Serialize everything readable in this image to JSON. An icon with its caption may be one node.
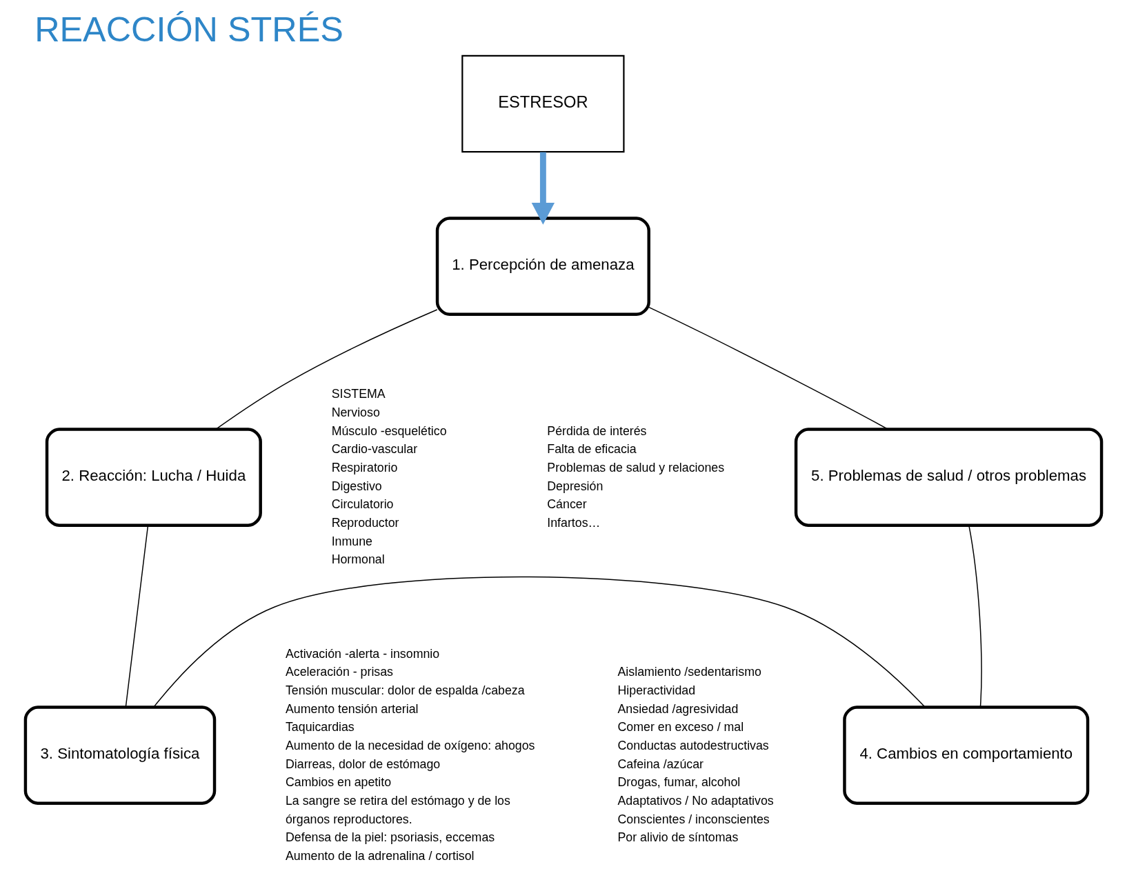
{
  "diagram": {
    "title": "REACCIÓN STRÉS",
    "nodes": [
      {
        "text": [
          "ESTRESOR"
        ]
      },
      {
        "text": [
          "1. Percepción de amenaza"
        ]
      },
      {
        "text": [
          "2. Reacción: Lucha / Huida"
        ],
        "beside": [
          "SISTEMA",
          "Nervioso",
          "Músculo -esquelético",
          "Cardio-vascular",
          "Respiratorio",
          "Digestivo",
          "Circulatorio",
          "Reproductor",
          "Inmune",
          "Hormonal"
        ]
      },
      {
        "text": [
          "3. Sintomatología física"
        ],
        "beside": [
          "Activación -alerta - insomnio",
          "Aceleración - prisas",
          "Tensión muscular: dolor de espalda /cabeza",
          "Aumento tensión arterial",
          "Taquicardias",
          "Aumento de la necesidad de oxígeno: ahogos",
          "Diarreas, dolor de estómago",
          "Cambios en apetito",
          "La sangre se retira del estómago y de los",
          "órganos reproductores.",
          "Defensa de la piel: psoriasis, eccemas",
          "Aumento de la adrenalina / cortisol"
        ]
      },
      {
        "text": [
          "4. Cambios en comportamiento"
        ],
        "beside": [
          "Aislamiento /sedentarismo",
          "Hiperactividad",
          "Ansiedad /agresividad",
          "Comer en exceso / mal",
          "Conductas autodestructivas",
          "Cafeina /azúcar",
          "Drogas, fumar, alcohol",
          "Adaptativos / No adaptativos",
          "Conscientes / inconscientes",
          "Por alivio de síntomas"
        ]
      },
      {
        "text": [
          "5. Problemas de salud / otros problemas"
        ],
        "beside": [
          "Pérdida de interés",
          "Falta de eficacia",
          "Problemas de salud y relaciones",
          "Depresión",
          "Cáncer",
          "Infartos…"
        ]
      }
    ],
    "edges": [
      {
        "from": 0,
        "to": 1,
        "arrow": "to",
        "style": "thick",
        "color": "#5b9bd5"
      },
      {
        "from": 1,
        "to": 2,
        "arrow": "none"
      },
      {
        "from": 2,
        "to": 3,
        "arrow": "none"
      },
      {
        "from": 3,
        "to": 4,
        "arrow": "none"
      },
      {
        "from": 4,
        "to": 5,
        "arrow": "none"
      },
      {
        "from": 5,
        "to": 1,
        "arrow": "none"
      }
    ]
  }
}
